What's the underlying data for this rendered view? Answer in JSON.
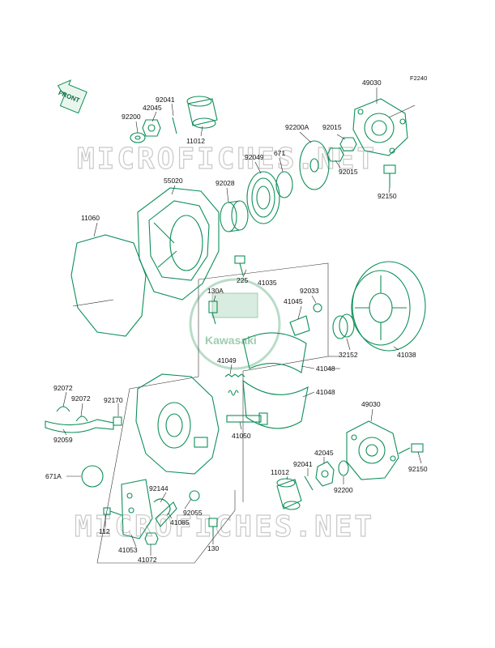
{
  "diagram": {
    "ref_code": "F2240",
    "front_label": "FRONT",
    "logo_text": "Kawasaki",
    "watermark_text": "MICROFICHES.NET",
    "colors": {
      "part": "#0e8f5a",
      "line": "#222222",
      "watermark": "#c8c8c8"
    },
    "parts": [
      {
        "id": "92041-a",
        "label": "92041"
      },
      {
        "id": "42045-a",
        "label": "42045"
      },
      {
        "id": "92200-a",
        "label": "92200"
      },
      {
        "id": "11012-a",
        "label": "11012"
      },
      {
        "id": "49030-a",
        "label": "49030"
      },
      {
        "id": "92200A",
        "label": "92200A"
      },
      {
        "id": "92015-a",
        "label": "92015"
      },
      {
        "id": "671",
        "label": "671"
      },
      {
        "id": "92049",
        "label": "92049"
      },
      {
        "id": "92015-b",
        "label": "92015"
      },
      {
        "id": "55020",
        "label": "55020"
      },
      {
        "id": "92028",
        "label": "92028"
      },
      {
        "id": "92150-a",
        "label": "92150"
      },
      {
        "id": "11060",
        "label": "11060"
      },
      {
        "id": "225",
        "label": "225"
      },
      {
        "id": "130A",
        "label": "130A"
      },
      {
        "id": "41035",
        "label": "41035"
      },
      {
        "id": "92033",
        "label": "92033"
      },
      {
        "id": "41045",
        "label": "41045"
      },
      {
        "id": "32152",
        "label": "32152"
      },
      {
        "id": "41038",
        "label": "41038"
      },
      {
        "id": "41049",
        "label": "41049"
      },
      {
        "id": "41048-a",
        "label": "41048"
      },
      {
        "id": "41048-b",
        "label": "41048"
      },
      {
        "id": "92072-a",
        "label": "92072"
      },
      {
        "id": "92072-b",
        "label": "92072"
      },
      {
        "id": "92170",
        "label": "92170"
      },
      {
        "id": "49030-b",
        "label": "49030"
      },
      {
        "id": "41050",
        "label": "41050"
      },
      {
        "id": "92059",
        "label": "92059"
      },
      {
        "id": "42045-b",
        "label": "42045"
      },
      {
        "id": "92041-b",
        "label": "92041"
      },
      {
        "id": "92150-b",
        "label": "92150"
      },
      {
        "id": "11012-b",
        "label": "11012"
      },
      {
        "id": "671A",
        "label": "671A"
      },
      {
        "id": "92200-b",
        "label": "92200"
      },
      {
        "id": "92144",
        "label": "92144"
      },
      {
        "id": "92055",
        "label": "92055"
      },
      {
        "id": "41085",
        "label": "41085"
      },
      {
        "id": "112",
        "label": "112"
      },
      {
        "id": "130",
        "label": "130"
      },
      {
        "id": "41053",
        "label": "41053"
      },
      {
        "id": "41072",
        "label": "41072"
      }
    ]
  }
}
